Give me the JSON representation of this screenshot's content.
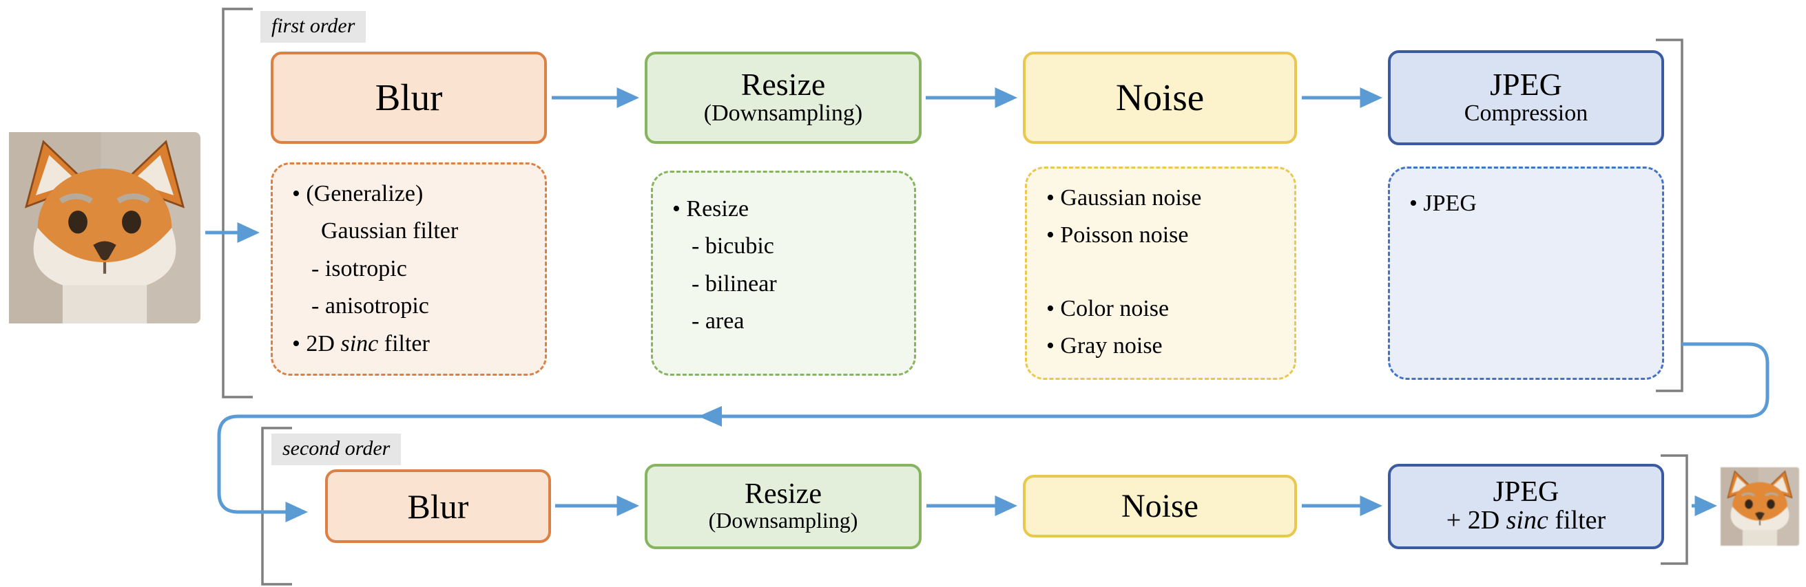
{
  "labels": {
    "first_order": "first order",
    "second_order": "second order"
  },
  "row1": {
    "blur": {
      "title": "Blur"
    },
    "resize": {
      "title": "Resize",
      "subtitle": "(Downsampling)"
    },
    "noise": {
      "title": "Noise"
    },
    "jpeg": {
      "title": "JPEG",
      "subtitle": "Compression"
    }
  },
  "row1_details": {
    "blur": {
      "line1": "• (Generalize)",
      "line2": "Gaussian filter",
      "line3": "- isotropic",
      "line4": "- anisotropic",
      "line5_prefix": "• 2D ",
      "line5_italic": "sinc",
      "line5_suffix": " filter"
    },
    "resize": {
      "line1": "• Resize",
      "line2": "- bicubic",
      "line3": "- bilinear",
      "line4": "- area"
    },
    "noise": {
      "line1": "• Gaussian noise",
      "line2": "• Poisson noise",
      "line3": "• Color noise",
      "line4": "• Gray noise"
    },
    "jpeg": {
      "line1": "• JPEG"
    }
  },
  "row2": {
    "blur": {
      "title": "Blur"
    },
    "resize": {
      "title": "Resize",
      "subtitle": "(Downsampling)"
    },
    "noise": {
      "title": "Noise"
    },
    "jpeg": {
      "title": "JPEG",
      "line2_prefix": "+ 2D ",
      "line2_italic": "sinc",
      "line2_suffix": " filter"
    }
  },
  "images": {
    "input": "input-image-fox",
    "output": "output-image-fox-degraded"
  },
  "colors": {
    "orange_border": "#DC8145",
    "orange_fill": "#FAE3D0",
    "orange_detail": "#FCF1E9",
    "green_border": "#86B45F",
    "green_fill": "#E3EFDB",
    "green_detail": "#F3F8EE",
    "yellow_border": "#E8C84F",
    "yellow_fill": "#FCF2CC",
    "yellow_detail": "#FDF8E5",
    "blue_border": "#3A5BA0",
    "blue_fill": "#D9E2F3",
    "blue_detail": "#EAEEF8",
    "blue_dash": "#4472C4",
    "arrow": "#5B9BD5",
    "bracket": "#7F7F7F",
    "label_bg": "#E7E6E6"
  }
}
